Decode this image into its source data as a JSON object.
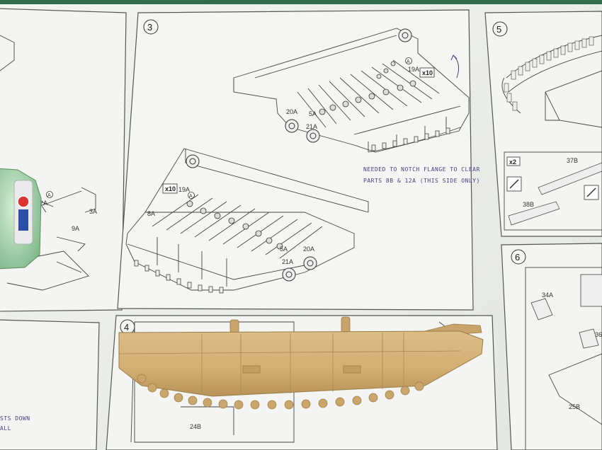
{
  "steps": {
    "step3": "3",
    "step5": "5",
    "step6": "6",
    "step4": "4"
  },
  "labels": {
    "l19a_top": "19A",
    "x10_top": "x10",
    "a_top": "A",
    "l20a_top": "20A",
    "l5a_top": "5A",
    "l21a_top": "21A",
    "x10_bot": "x10",
    "l19a_bot": "19A",
    "a_bot": "A",
    "l8a": "8A",
    "l5a_bot": "5A",
    "l20a_bot": "20A",
    "l21a_bot": "21A",
    "l2a": "2A",
    "a_left": "A",
    "l3a": "3A",
    "l9a": "9A",
    "x2": "x2",
    "l37b": "37B",
    "l38b": "38B",
    "l34a": "34A",
    "l36": "36",
    "l25b": "25B",
    "l24b": "24B"
  },
  "handwriting": {
    "line1": "NEEDED TO NOTCH FLANGE TO CLEAR",
    "line2": "PARTS 8B & 12A (THIS SIDE ONLY)",
    "left_line1": "STS DOWN",
    "left_line2": "ALL"
  },
  "colors": {
    "paper": "#f3f4f1",
    "ink": "#3a3a3a",
    "plastic": "#d4b27a",
    "plastic_shadow": "#b8955c",
    "pen": "#4a3c86",
    "mat_green": "#2f6d4c"
  }
}
